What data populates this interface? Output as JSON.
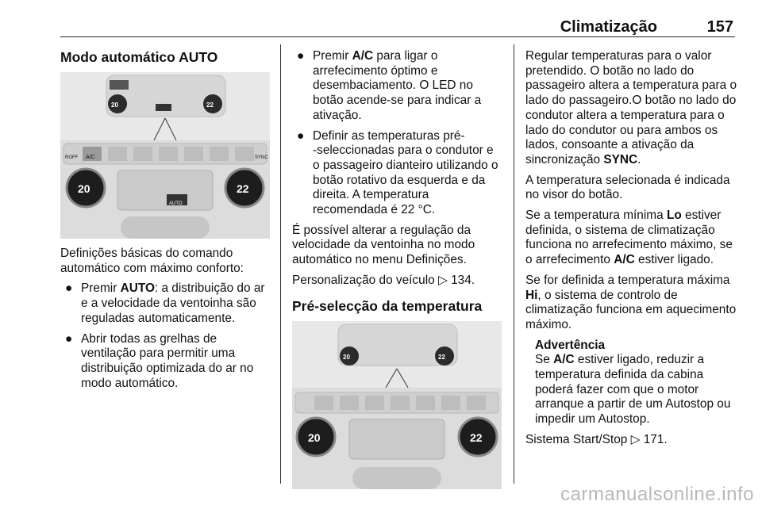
{
  "header": {
    "title": "Climatização",
    "page": "157"
  },
  "col1": {
    "heading": "Modo automático AUTO",
    "figure": {
      "left_dial": "20",
      "right_dial": "22",
      "ac_label": "A/C",
      "auto_label": "AUTO",
      "recirc_label": "ROFF",
      "sync_label": "SYNC"
    },
    "intro": "Definições básicas do comando automático com máximo conforto:",
    "bullets": [
      {
        "pre": "Premir ",
        "bold": "AUTO",
        "post": ": a distribuição do ar e a velocidade da ventoinha são reguladas automaticamente."
      },
      {
        "pre": "Abrir todas as grelhas de ventilação para permitir uma distribuição optimizada do ar no modo automático.",
        "bold": "",
        "post": ""
      }
    ]
  },
  "col2": {
    "bullets": [
      {
        "pre": "Premir ",
        "bold": "A/C",
        "post": " para ligar o arrefecimento óptimo e desembaciamento. O LED no botão acende-se para indicar a ativação."
      },
      {
        "pre": "Definir as temperaturas pré-‑seleccionadas para o condutor e o passageiro dianteiro utilizando o botão rotativo da esquerda e da direita. A temperatura recomendada é 22 °C.",
        "bold": "",
        "post": ""
      }
    ],
    "para1": "É possível alterar a regulação da velocidade da ventoinha no modo automático no menu Definições.",
    "para2_pre": "Personalização do veículo ",
    "para2_ref": "134.",
    "heading": "Pré-selecção da temperatura",
    "figure": {
      "left_dial": "20",
      "right_dial": "22"
    }
  },
  "col3": {
    "p1_pre": "Regular temperaturas para o valor pretendido. O botão no lado do passageiro altera a temperatura para o lado do passageiro.O botão no lado do condutor altera a temperatura para o lado do condutor ou para ambos os lados, consoante a ativação da sincronização ",
    "p1_bold": "SYNC",
    "p1_post": ".",
    "p2": "A temperatura selecionada é indicada no visor do botão.",
    "p3_pre": "Se a temperatura mínima ",
    "p3_bold": "Lo",
    "p3_mid": " estiver definida, o sistema de climatização funciona no arrefecimento máximo, se o arrefecimento ",
    "p3_bold2": "A/C",
    "p3_post": " estiver ligado.",
    "p4_pre": "Se for definida a temperatura máxima ",
    "p4_bold": "Hi",
    "p4_post": ", o sistema de controlo de climatização funciona em aquecimento máximo.",
    "note_title": "Advertência",
    "note_pre": "Se ",
    "note_bold": "A/C",
    "note_post": " estiver ligado, reduzir a temperatura definida da cabina poderá fazer com que o motor arranque a partir de um Autostop ou impedir um Autostop.",
    "p5_pre": "Sistema Start/Stop ",
    "p5_ref": "171."
  },
  "watermark": "carmanualsonline.info"
}
